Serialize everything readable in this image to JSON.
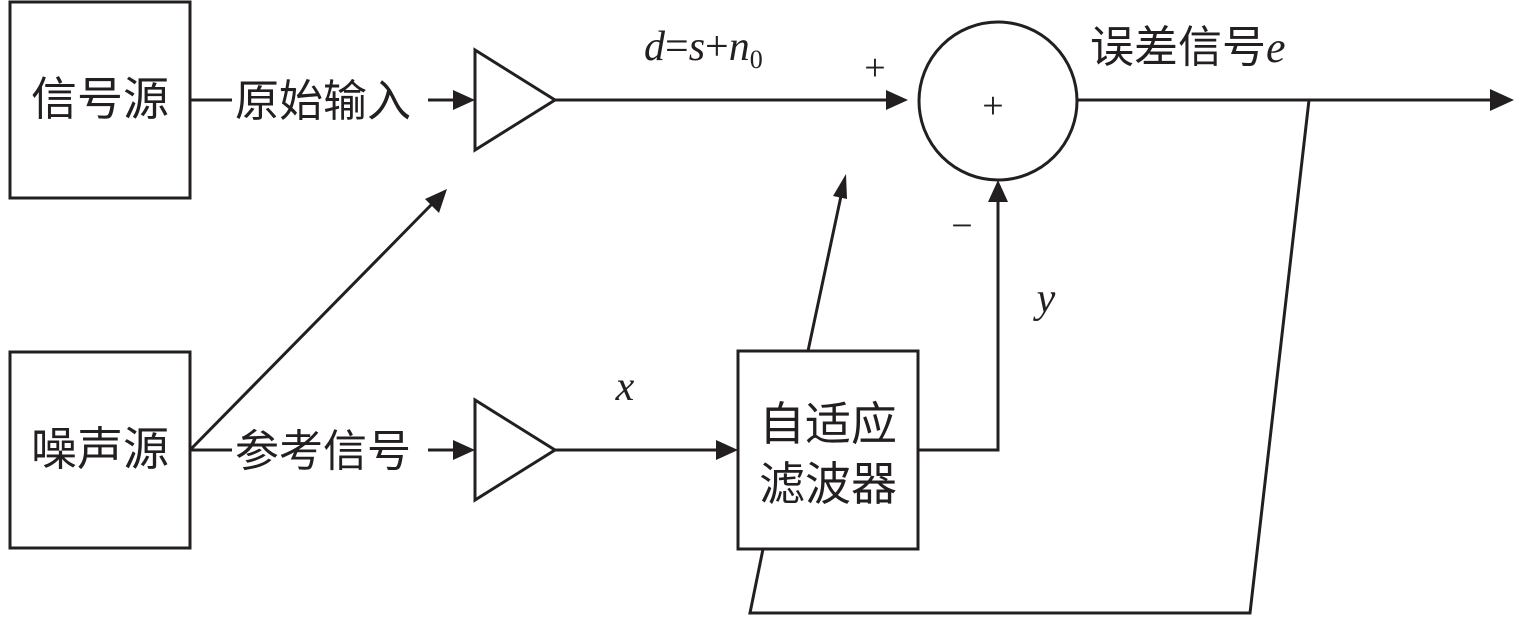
{
  "blocks": {
    "signal_source": "信号源",
    "noise_source": "噪声源",
    "adaptive_filter_line1": "自适应",
    "adaptive_filter_line2": "滤波器"
  },
  "signals": {
    "primary_input": "原始输入",
    "reference_signal": "参考信号",
    "error_signal_label": "误差信号",
    "error_var": "e",
    "d_eq_lhs": "d",
    "d_eq_eq": "=",
    "d_eq_s": "s",
    "d_eq_plus": "+",
    "d_eq_n": "n",
    "d_eq_sub": "0",
    "x_var": "x",
    "y_var": "y"
  },
  "summer": {
    "center_sign": "+",
    "plus_input_sign": "+",
    "minus_input_sign": "−"
  },
  "colors": {
    "stroke": "#231f20",
    "background": "#ffffff"
  }
}
